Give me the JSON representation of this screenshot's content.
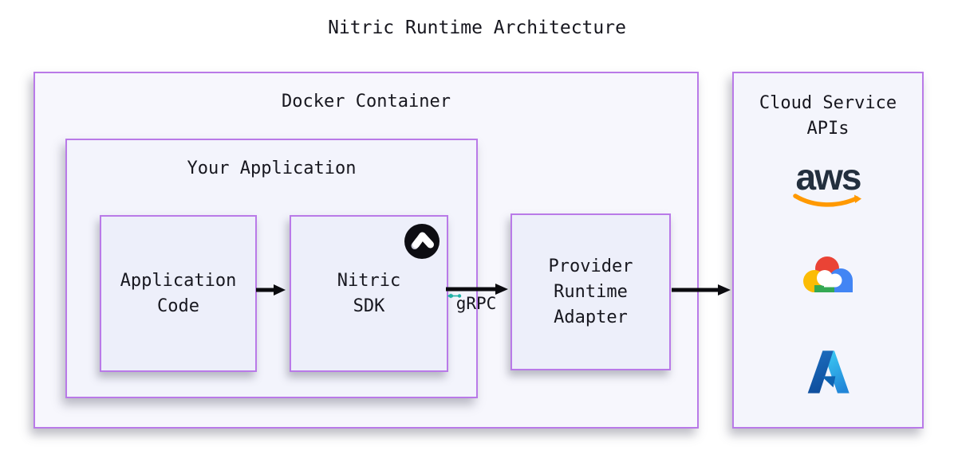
{
  "title": "Nitric Runtime Architecture",
  "docker_container": {
    "label": "Docker Container"
  },
  "your_application": {
    "label": "Your Application"
  },
  "application_code": {
    "label": "Application Code"
  },
  "nitric_sdk": {
    "label": "Nitric SDK"
  },
  "provider_adapter": {
    "label": "Provider Runtime Adapter"
  },
  "grpc": {
    "label": "gRPC"
  },
  "cloud_services": {
    "label": "Cloud Service APIs",
    "aws_wordmark": "aws",
    "providers": [
      "AWS",
      "Google Cloud",
      "Azure"
    ]
  },
  "colors": {
    "border_purple": "#b97ae8",
    "docker_bg": "#f7f7fd",
    "your_app_bg": "#f3f4fc",
    "inner_box_bg": "#edeffa",
    "cloud_bg": "#f4f5fc",
    "text": "#17171f",
    "arrow_black": "#0b0b0f",
    "grpc_teal": "#1fb2a6",
    "aws_dark": "#232f3e",
    "aws_orange": "#ff9900",
    "gcp_red": "#ea4335",
    "gcp_yellow": "#fbbc05",
    "gcp_blue": "#4285f4",
    "gcp_green": "#34a853",
    "azure_dark_blue": "#0f4f9e",
    "azure_light_blue": "#3ccbf4",
    "nitric_black": "#0d0d12"
  }
}
